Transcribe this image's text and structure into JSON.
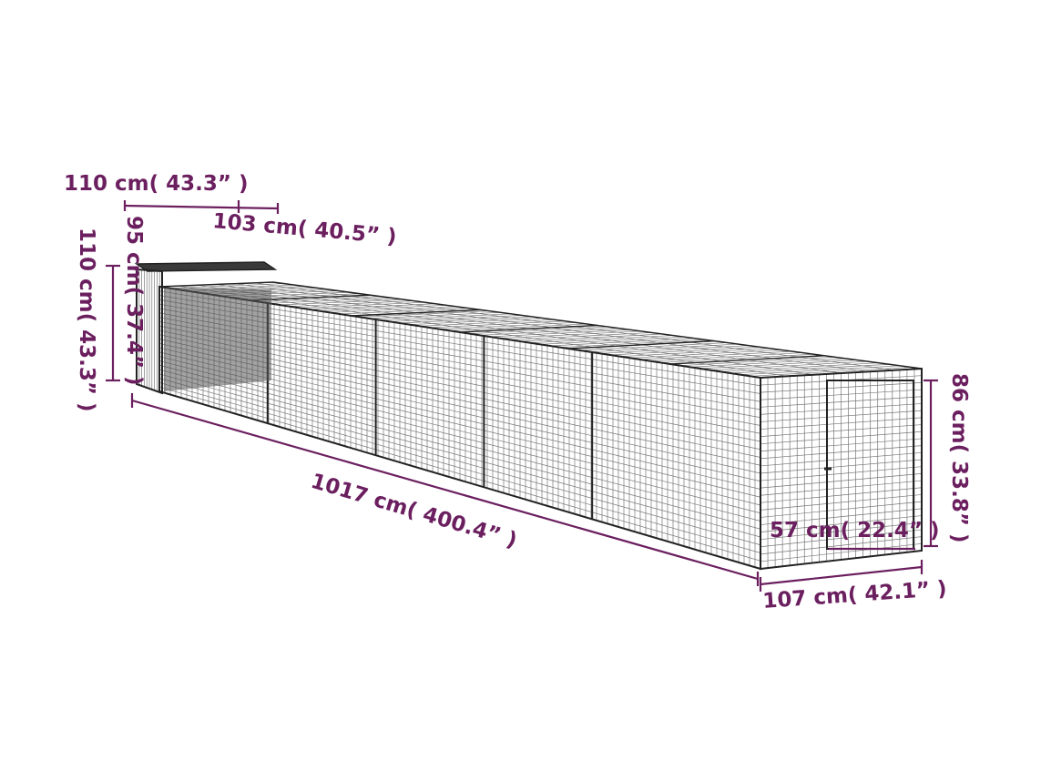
{
  "colors": {
    "dimension": "#6b1f5f",
    "frame": "#222222",
    "mesh": "#777777",
    "roof": "#3a3a3a",
    "background": "#ffffff"
  },
  "dimensions": {
    "top_width": "110 cm( 43.3” )",
    "roof_depth": "103 cm( 40.5” )",
    "shed_height_inner": "95 cm( 37.4” )",
    "shed_height_outer": "110 cm( 43.3” )",
    "total_length": "1017 cm( 400.4” )",
    "end_height": "86 cm( 33.8” )",
    "door_width": "57 cm( 22.4” )",
    "end_width": "107 cm( 42.1” )"
  }
}
